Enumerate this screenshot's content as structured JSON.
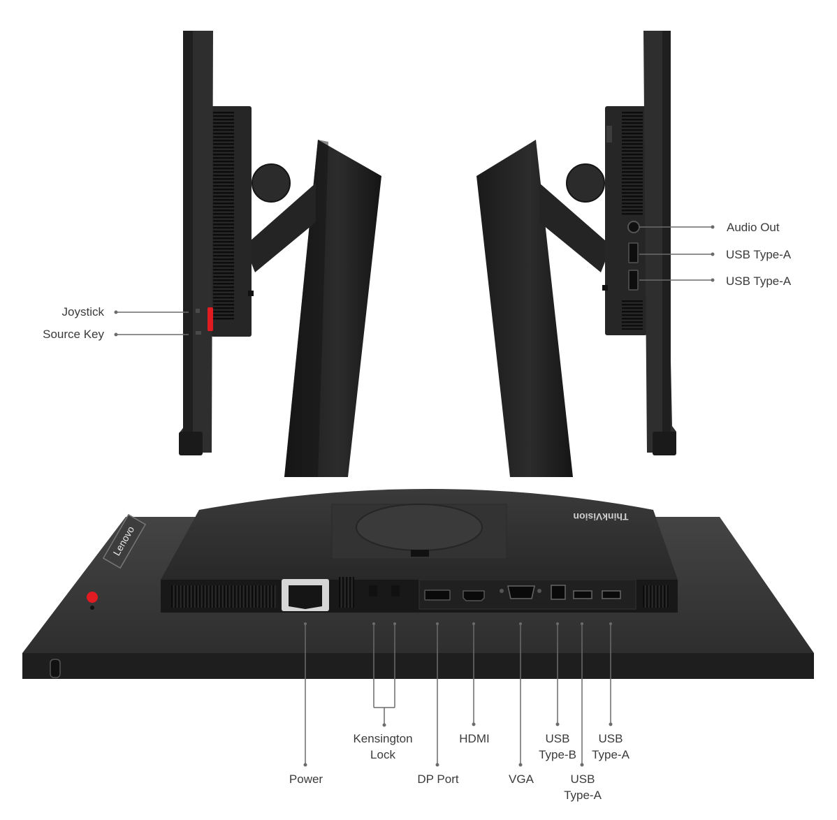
{
  "callouts": {
    "joystick": "Joystick",
    "source_key": "Source Key",
    "audio_out": "Audio Out",
    "usb_a_side_1": "USB Type-A",
    "usb_a_side_2": "USB Type-A",
    "power": "Power",
    "kensington_line1": "Kensington",
    "kensington_line2": "Lock",
    "dp_port": "DP Port",
    "hdmi": "HDMI",
    "vga": "VGA",
    "usb_b_line1": "USB",
    "usb_b_line2": "Type-B",
    "usb_a_bottom_1_line1": "USB",
    "usb_a_bottom_1_line2": "Type-A",
    "usb_a_bottom_2_line1": "USB",
    "usb_a_bottom_2_line2": "Type-A"
  },
  "branding": {
    "bezel_logo": "Lenovo",
    "stand_logo": "ThinkVision"
  },
  "colors": {
    "monitor_body": "#2a2a2a",
    "monitor_dark": "#1c1c1c",
    "accent_red": "#e01b22",
    "leader_line": "#6b6b6b"
  }
}
